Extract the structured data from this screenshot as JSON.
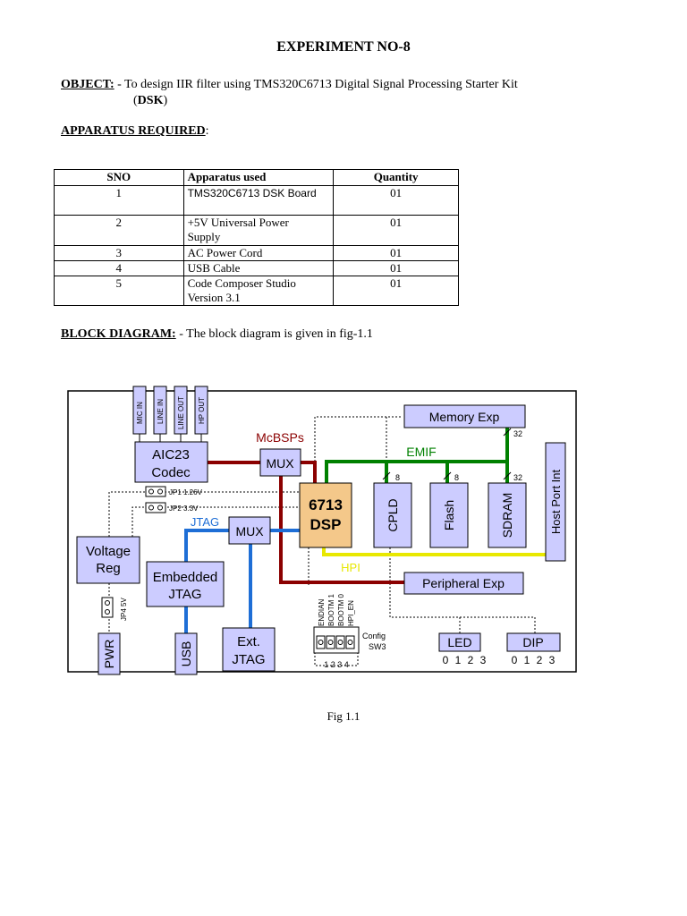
{
  "doc": {
    "title": "EXPERIMENT NO-8",
    "object_label": "OBJECT:",
    "object_text": " - To design IIR filter using TMS320C6713 Digital Signal Processing Starter Kit",
    "object_paren_open": "(",
    "object_dsk": "DSK",
    "object_paren_close": ")",
    "apparatus_heading": "APPARATUS REQUIRED",
    "apparatus_colon": ":",
    "block_label": "BLOCK DIAGRAM:",
    "block_text": " - The block diagram is given in fig-1.1",
    "caption": "Fig 1.1"
  },
  "table": {
    "headers": [
      "SNO",
      "Apparatus used",
      "Quantity"
    ],
    "rows": [
      {
        "sno": "1",
        "item_lines": [
          "TMS320C6713 DSK Board"
        ],
        "qty": "01"
      },
      {
        "sno": "2",
        "item_lines": [
          "+5V Universal Power",
          "Supply"
        ],
        "qty": "01"
      },
      {
        "sno": "3",
        "item_lines": [
          "AC Power Cord"
        ],
        "qty": "01"
      },
      {
        "sno": "4",
        "item_lines": [
          "USB Cable"
        ],
        "qty": "01"
      },
      {
        "sno": "5",
        "item_lines": [
          "Code Composer Studio",
          "Version 3.1"
        ],
        "qty": "01"
      }
    ]
  },
  "diagram": {
    "jacks": [
      "MIC IN",
      "LINE IN",
      "LINE OUT",
      "HP OUT"
    ],
    "aic23": [
      "AIC23",
      "Codec"
    ],
    "mcbsps": "McBSPs",
    "mux": "MUX",
    "memory_exp": "Memory Exp",
    "emif": "EMIF",
    "dsp": [
      "6713",
      "DSP"
    ],
    "cpld": "CPLD",
    "flash": "Flash",
    "sdram": "SDRAM",
    "host_port": "Host Port Int",
    "hpi": "HPI",
    "jtag": "JTAG",
    "jp1": "JP1 1.26V",
    "jp2": "JP2 3.3V",
    "voltage_reg": [
      "Voltage",
      "Reg"
    ],
    "embedded_jtag": [
      "Embedded",
      "JTAG"
    ],
    "peripheral_exp": "Peripheral Exp",
    "jp4": "JP4 5V",
    "pwr": "PWR",
    "usb": "USB",
    "ext_jtag": [
      "Ext.",
      "JTAG"
    ],
    "switch_labels": [
      "ENDIAN",
      "BOOTM 1",
      "BOOTM 0",
      "HPI_EN"
    ],
    "config": [
      "Config",
      "SW3"
    ],
    "switch_nums": "1 2 3 4",
    "led": "LED",
    "dip": "DIP",
    "led_nums": "0 1 2 3",
    "dip_nums": "0 1 2 3",
    "bus_32a": "32",
    "bus_32b": "32",
    "bus_8a": "8",
    "bus_8b": "8"
  }
}
